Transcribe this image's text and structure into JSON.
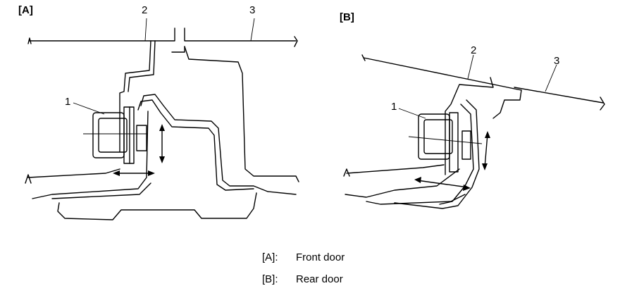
{
  "panels": {
    "a": {
      "tag": "[A]",
      "callouts": [
        "1",
        "2",
        "3"
      ]
    },
    "b": {
      "tag": "[B]",
      "callouts": [
        "1",
        "2",
        "3"
      ]
    }
  },
  "legend": [
    {
      "key": "[A]:",
      "text": "Front door"
    },
    {
      "key": "[B]:",
      "text": "Rear door"
    }
  ]
}
